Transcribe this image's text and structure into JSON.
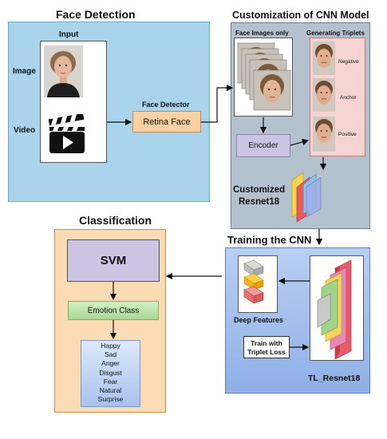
{
  "sections": {
    "face_detection": {
      "title": "Face Detection",
      "input_label": "Input",
      "image_label": "Image",
      "video_label": "Video",
      "detector_caption": "Face Detector",
      "detector_name": "Retina Face"
    },
    "cnn_customization": {
      "title": "Customization of CNN Model",
      "face_images_label": "Face Images only",
      "triplets_label": "Generating Triplets",
      "triplet_roles": [
        "Negative",
        "Anchor",
        "Positive"
      ],
      "encoder_label": "Encoder",
      "model_label_line1": "Customized",
      "model_label_line2": "Resnet18"
    },
    "training": {
      "title": "Training the CNN",
      "deep_features_label": "Deep Features",
      "train_label_line1": "Train with",
      "train_label_line2": "Triplet Loss",
      "model_name": "TL_Resnet18"
    },
    "classification": {
      "title": "Classification",
      "classifier": "SVM",
      "output_label": "Emotion Class",
      "emotions": [
        "Happy",
        "Sad",
        "Anger",
        "Disgust",
        "Fear",
        "Natural",
        "Surprise"
      ]
    }
  },
  "colors": {
    "detection_panel": "#a9d4ec",
    "cnn_panel": "#b4c2cf",
    "training_panel": "#a8c3ee",
    "classification_panel": "#fcdcb4",
    "detector_box": "#fbd0a2",
    "svm_box": "#cbc5e3",
    "emotion_class_box": "#b8e3a4",
    "triplet_panel": "#f6d4d4"
  }
}
